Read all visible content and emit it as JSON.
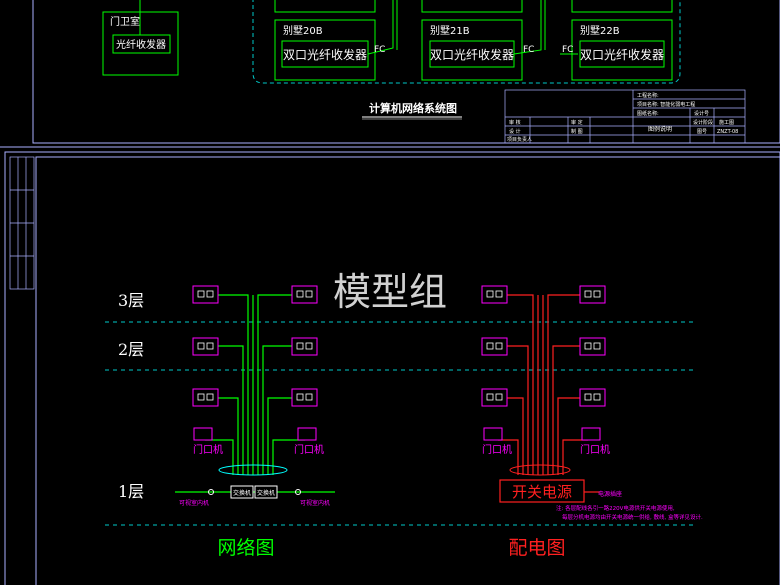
{
  "top_sheet": {
    "guard_room": {
      "title": "门卫室",
      "device": "光纤收发器"
    },
    "villas": [
      {
        "name": "别墅20B",
        "device": "双口光纤收发器"
      },
      {
        "name": "别墅21B",
        "device": "双口光纤收发器"
      },
      {
        "name": "别墅22B",
        "device": "双口光纤收发器"
      }
    ],
    "cable_tag": "FC",
    "title": "计算机网络系统图",
    "title_block": {
      "project": "工程名称:",
      "subproject": "项目名称: 智能化弱电工程",
      "drawing": "图纸名称:",
      "design_desc": "图例说明",
      "label_design_no": "设计号",
      "label_phase": "设计阶段",
      "phase_value": "施工图",
      "label_drawing_no": "图号",
      "drawing_no_value": "ZNZT-08",
      "row_check": "审 核",
      "row_review": "审 定",
      "row_design": "设 计",
      "row_draw": "制 图",
      "row_lead": "项目负责人"
    }
  },
  "bottom_sheet": {
    "floors": [
      "3层",
      "2层",
      "1层"
    ],
    "watermark": "模型组",
    "network": {
      "caption": "网络图",
      "door_unit": "门口机",
      "hub_left": "交换机",
      "hub_right": "交换机",
      "left_note": "可视室内机",
      "right_note": "可视室内机"
    },
    "power": {
      "caption": "配电图",
      "door_unit": "门口机",
      "supply": "开关电源",
      "supply_note": "电源插座",
      "note_line1": "注: 各层配线各引一路220V电源供开关电源使用,",
      "note_line2": "每层分机电源均由开关电源统一供给, 敷线, 盒等详见设计."
    }
  },
  "colors": {
    "frame": "#aab0ff",
    "green": "#00ff00",
    "red": "#ff2020",
    "magenta": "#ff00ff",
    "cyan": "#00ffff",
    "dash": "#00c8c8",
    "white": "#ffffff"
  }
}
